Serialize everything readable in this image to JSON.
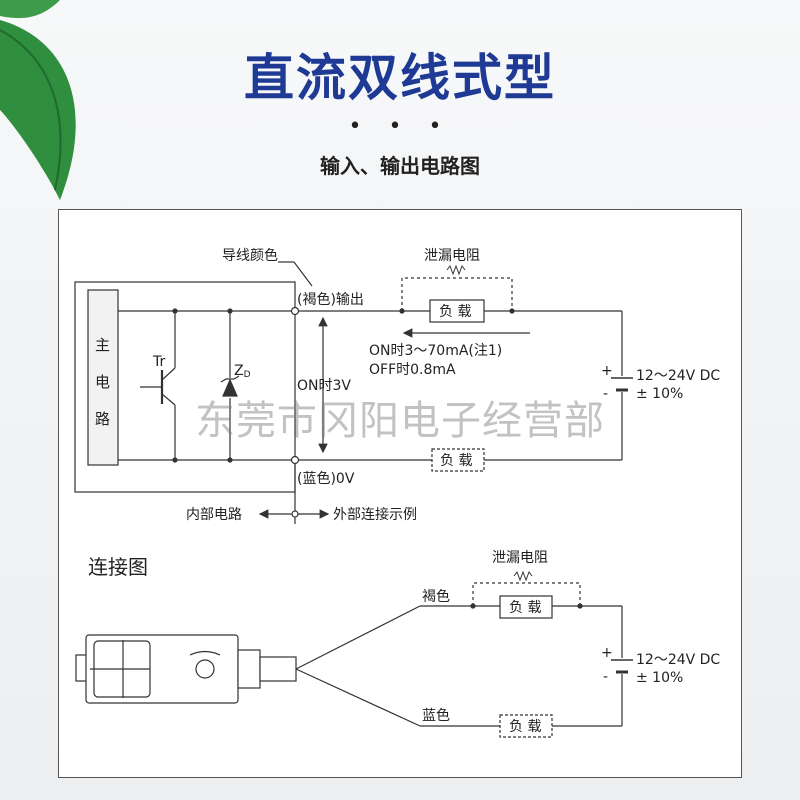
{
  "header": {
    "title": "直流双线式型",
    "dots": "• • •",
    "subtitle": "输入、输出电路图"
  },
  "circuit": {
    "wire_color_label": "导线颜色",
    "leakage_label": "泄漏电阻",
    "main_circuit": [
      "主",
      "电",
      "路"
    ],
    "tr_label": "Tr",
    "zd_main": "Z",
    "zd_sub": "D",
    "brown_output": "(褐色)输出",
    "load": "负 载",
    "current_on": "ON时3～70mA(注1)",
    "current_off": "OFF时0.8mA",
    "on_voltage": "ON时3V",
    "plus": "+",
    "minus": "-",
    "supply_voltage": "12～24V DC",
    "tolerance": "± 10%",
    "blue_zero": "(蓝色)0V",
    "load2": "负 载",
    "internal": "内部电路",
    "external": "外部连接示例"
  },
  "connection": {
    "title": "连接图",
    "leakage_label": "泄漏电阻",
    "brown": "褐色",
    "blue": "蓝色",
    "load_top": "负 载",
    "load_bottom": "负 载",
    "plus": "+",
    "minus": "-",
    "supply_voltage": "12～24V DC",
    "tolerance": "± 10%"
  },
  "watermark": "东莞市冈阳电子经营部",
  "colors": {
    "title": "#1e3a94",
    "leaf": "#2f8f3f",
    "line": "#333333"
  }
}
